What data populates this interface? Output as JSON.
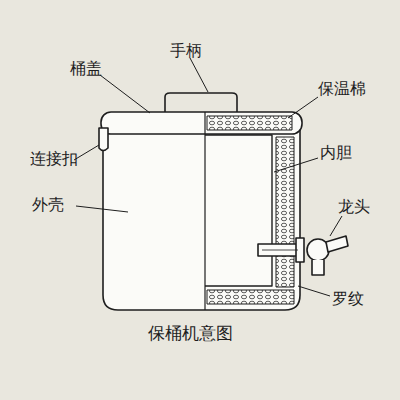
{
  "diagram": {
    "caption": "保桶机意图",
    "labels": [
      "手柄",
      "桶盖",
      "保温棉",
      "内胆",
      "连接扣",
      "外壳",
      "龙头",
      "罗纹"
    ]
  }
}
